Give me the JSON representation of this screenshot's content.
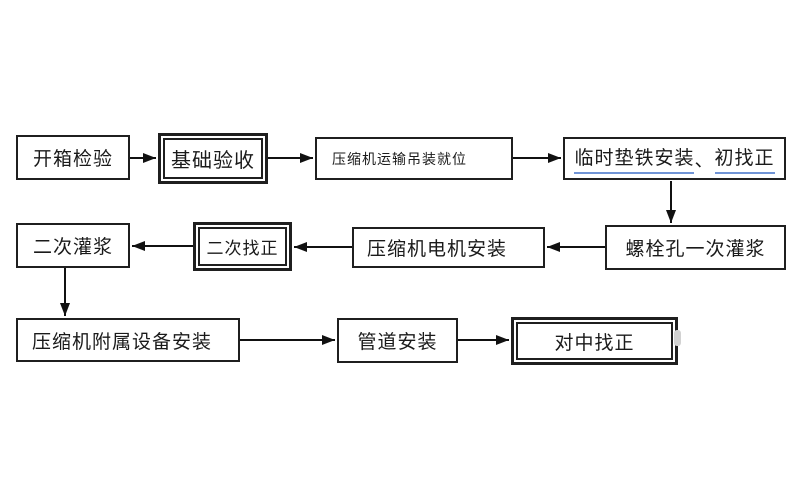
{
  "page": {
    "background": "#ffffff"
  },
  "colors": {
    "box_border": "#1f1f1f",
    "text": "#1a1a1a",
    "arrow": "#111111",
    "spellcheck_underline": "#7094d6",
    "smudge_artifact": "#d2d2d2"
  },
  "flowchart": {
    "type": "process-flow-diagram",
    "nodes": [
      {
        "label": "开箱检验",
        "border": "single"
      },
      {
        "label": "基础验收",
        "border": "double"
      },
      {
        "label": "压缩机运输吊装就位",
        "border": "single"
      },
      {
        "label": "临时垫铁安装、初找正",
        "border": "single",
        "segments": [
          {
            "text": "临时垫铁安装",
            "underlined": true
          },
          {
            "text": "、",
            "underlined": false
          },
          {
            "text": "初找正",
            "underlined": true
          }
        ]
      },
      {
        "label": "螺栓孔一次灌浆",
        "border": "single"
      },
      {
        "label": "压缩机电机安装",
        "border": "single"
      },
      {
        "label": "二次找正",
        "border": "double"
      },
      {
        "label": "二次灌浆",
        "border": "single"
      },
      {
        "label": "压缩机附属设备安装",
        "border": "single"
      },
      {
        "label": "管道安装",
        "border": "single"
      },
      {
        "label": "对中找正",
        "border": "double"
      }
    ],
    "edges": [
      {
        "from": "开箱检验",
        "to": "基础验收",
        "direction": "right"
      },
      {
        "from": "基础验收",
        "to": "压缩机运输吊装就位",
        "direction": "right"
      },
      {
        "from": "压缩机运输吊装就位",
        "to": "临时垫铁安装、初找正",
        "direction": "right"
      },
      {
        "from": "临时垫铁安装、初找正",
        "to": "螺栓孔一次灌浆",
        "direction": "down"
      },
      {
        "from": "螺栓孔一次灌浆",
        "to": "压缩机电机安装",
        "direction": "left"
      },
      {
        "from": "压缩机电机安装",
        "to": "二次找正",
        "direction": "left"
      },
      {
        "from": "二次找正",
        "to": "二次灌浆",
        "direction": "left"
      },
      {
        "from": "二次灌浆",
        "to": "压缩机附属设备安装",
        "direction": "down"
      },
      {
        "from": "压缩机附属设备安装",
        "to": "管道安装",
        "direction": "right"
      },
      {
        "from": "管道安装",
        "to": "对中找正",
        "direction": "right"
      }
    ]
  }
}
